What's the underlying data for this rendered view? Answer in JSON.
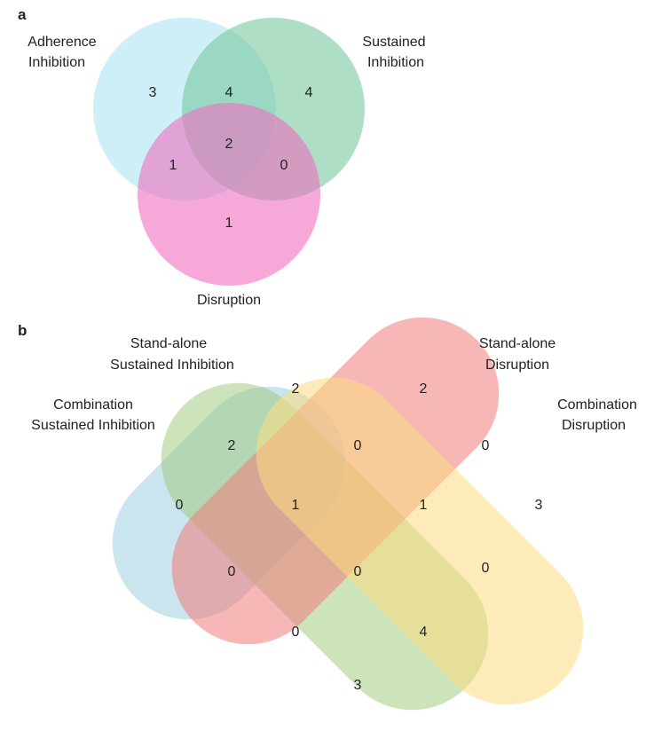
{
  "panel_a": {
    "letter": "a",
    "sets": [
      {
        "id": "adherence",
        "label_lines": [
          "Adherence",
          "Inhibition"
        ],
        "color": "#c6ecf6"
      },
      {
        "id": "sustained",
        "label_lines": [
          "Sustained",
          "Inhibition"
        ],
        "color": "#8fd4b0"
      },
      {
        "id": "disruption",
        "label_lines": [
          "Disruption"
        ],
        "color": "#f27dc6"
      }
    ],
    "counts": {
      "adherence_only": "3",
      "adherence_sustained": "4",
      "sustained_only": "4",
      "all_three": "2",
      "adherence_disruption": "1",
      "sustained_disruption": "0",
      "disruption_only": "1"
    }
  },
  "panel_b": {
    "letter": "b",
    "sets": [
      {
        "id": "combination_sustained",
        "label_lines": [
          "Combination",
          "Sustained Inhibition"
        ],
        "color": "#9fcfe0"
      },
      {
        "id": "standalone_sustained",
        "label_lines": [
          "Stand-alone",
          "Sustained Inhibition"
        ],
        "color": "#a9cf8e"
      },
      {
        "id": "standalone_disruption",
        "label_lines": [
          "Stand-alone",
          "Disruption"
        ],
        "color": "#f28a8a"
      },
      {
        "id": "combination_disruption",
        "label_lines": [
          "Combination",
          "Disruption"
        ],
        "color": "#fbe08e"
      }
    ],
    "counts": {
      "r1c1": "2",
      "r1c2": "2",
      "r2c1": "2",
      "r2c2": "0",
      "r2c3": "0",
      "r3c1": "0",
      "r3c2": "1",
      "r3c3": "1",
      "r3c4": "3",
      "r4c1": "0",
      "r4c2": "0",
      "r4c3": "0",
      "r5c1": "0",
      "r5c2": "4",
      "r6c1": "3"
    }
  }
}
